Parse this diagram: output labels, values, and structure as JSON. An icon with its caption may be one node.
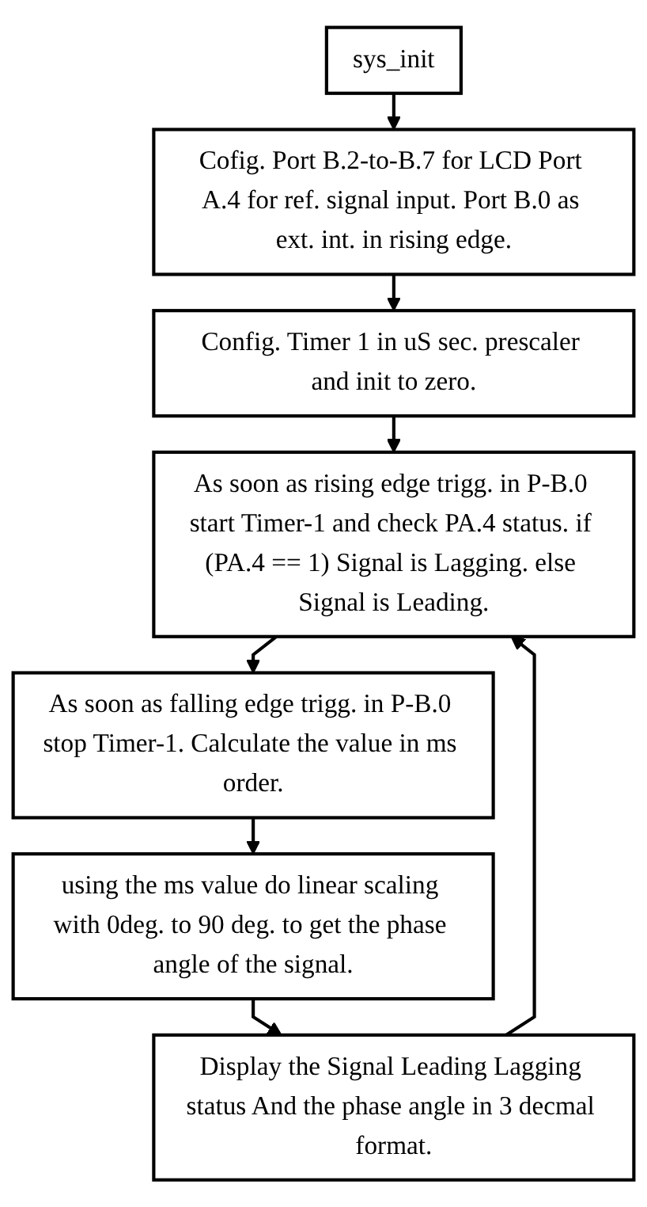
{
  "diagram": {
    "nodes": [
      {
        "text": [
          "sys_init"
        ]
      },
      {
        "text": [
          "Cofig. Port B.2-to-B.7 for LCD Port A.4 for ref. signal input. Port B.0 as ext. int. in rising edge."
        ]
      },
      {
        "text": [
          "Config. Timer 1 in uS sec. prescaler and init to zero."
        ]
      },
      {
        "text": [
          "As soon as rising edge trigg. in P-B.0 start Timer-1 and check PA.4 status. if (PA.4 == 1) Signal is Lagging. else Signal is Leading."
        ]
      },
      {
        "text": [
          "As soon as falling edge trigg. in P-B.0 stop Timer-1. Calculate the value in ms order."
        ]
      },
      {
        "text": [
          "using the ms value do linear scaling with 0deg. to 90 deg. to get the phase angle of the signal."
        ]
      },
      {
        "text": [
          "Display the Signal Leading Lagging status And the phase angle in 3 decmal format."
        ]
      }
    ],
    "edges": [
      {
        "from": 0,
        "to": 1,
        "arrow": "to"
      },
      {
        "from": 1,
        "to": 2,
        "arrow": "to"
      },
      {
        "from": 2,
        "to": 3,
        "arrow": "to"
      },
      {
        "from": 3,
        "to": 4,
        "arrow": "to"
      },
      {
        "from": 4,
        "to": 5,
        "arrow": "to"
      },
      {
        "from": 5,
        "to": 6,
        "arrow": "to"
      },
      {
        "from": 6,
        "to": 3,
        "arrow": "to"
      }
    ]
  }
}
